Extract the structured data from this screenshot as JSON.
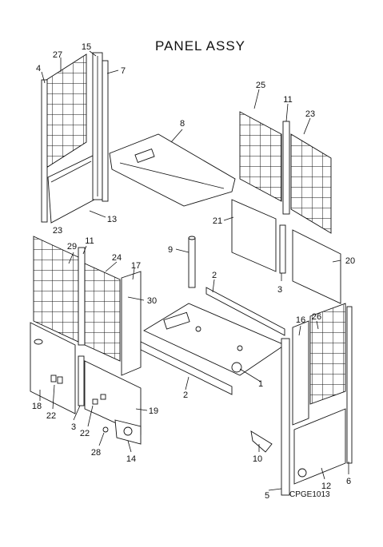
{
  "title": "PANEL ASSY",
  "drawing_code": "CPGE1013",
  "callouts": [
    "1",
    "2",
    "2",
    "3",
    "3",
    "4",
    "5",
    "6",
    "7",
    "8",
    "9",
    "10",
    "11",
    "11",
    "12",
    "13",
    "14",
    "15",
    "16",
    "17",
    "18",
    "19",
    "20",
    "21",
    "22",
    "22",
    "23",
    "23",
    "24",
    "25",
    "26",
    "27",
    "28",
    "29",
    "30"
  ]
}
